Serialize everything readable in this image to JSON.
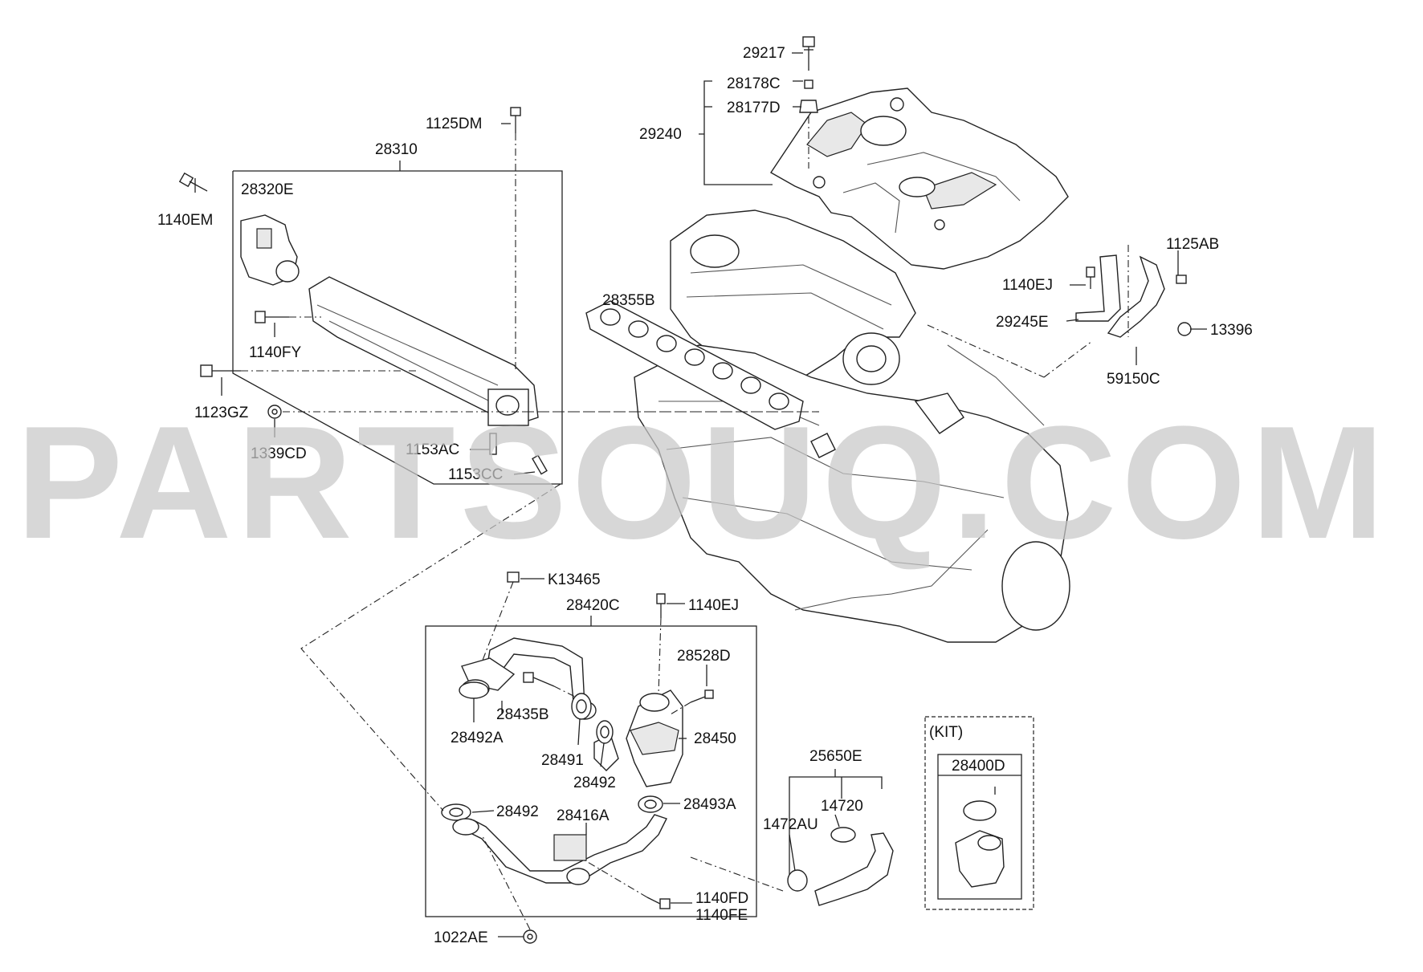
{
  "watermark": "PARTSOUQ.COM",
  "kit_label": "(KIT)",
  "labels": {
    "p29217": "29217",
    "p28178C": "28178C",
    "p28177D": "28177D",
    "p29240": "29240",
    "p1125DM": "1125DM",
    "p28310": "28310",
    "p28320E": "28320E",
    "p1140EM": "1140EM",
    "p1140FY": "1140FY",
    "p1123GZ": "1123GZ",
    "p1339CD": "1339CD",
    "p1153AC": "1153AC",
    "p1153CC": "1153CC",
    "p28355B": "28355B",
    "p1125AB": "1125AB",
    "p1140EJ_top": "1140EJ",
    "p29245E": "29245E",
    "p13396": "13396",
    "p59150C": "59150C",
    "pK13465": "K13465",
    "p28420C": "28420C",
    "p1140EJ_mid": "1140EJ",
    "p28528D": "28528D",
    "p28435B": "28435B",
    "p28492A": "28492A",
    "p28491": "28491",
    "p28450": "28450",
    "p28492_a": "28492",
    "p28493A": "28493A",
    "p28492_b": "28492",
    "p28416A": "28416A",
    "p1140FD": "1140FD",
    "p1140FE": "1140FE",
    "p1022AE": "1022AE",
    "p25650E": "25650E",
    "p14720": "14720",
    "p1472AU": "1472AU",
    "p28400D": "28400D"
  }
}
